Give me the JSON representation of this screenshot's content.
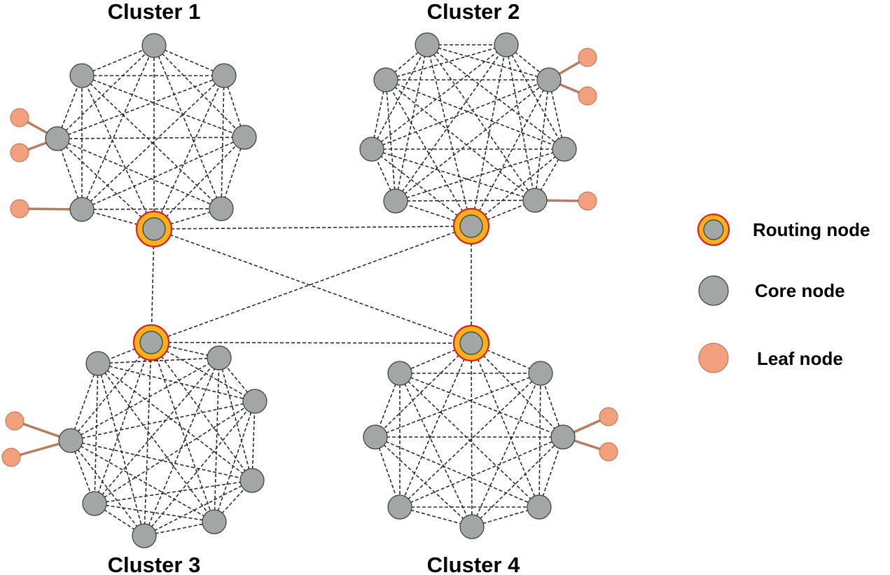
{
  "colors": {
    "core": "#a2a7a5",
    "leaf": "#f2a07e",
    "routing_ring": "#f7b21b",
    "routing_outline": "#e02020",
    "leaf_edge": "#b87c5e",
    "edge": "#2a2a2a"
  },
  "clusters": [
    {
      "id": "c1",
      "title": "Cluster 1"
    },
    {
      "id": "c2",
      "title": "Cluster 2"
    },
    {
      "id": "c3",
      "title": "Cluster 3"
    },
    {
      "id": "c4",
      "title": "Cluster 4"
    }
  ],
  "legend": [
    {
      "kind": "routing",
      "label": "Routing node"
    },
    {
      "kind": "core",
      "label": "Core node"
    },
    {
      "kind": "leaf",
      "label": "Leaf node"
    }
  ]
}
